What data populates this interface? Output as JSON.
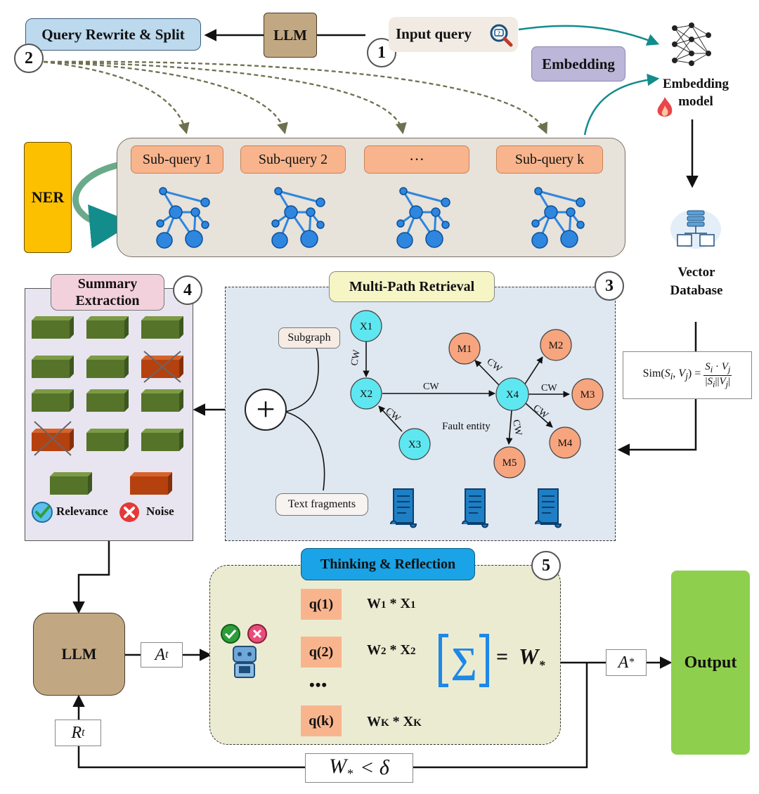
{
  "top": {
    "query_rewrite": "Query Rewrite & Split",
    "llm": "LLM",
    "input_query": "Input query",
    "embedding": "Embedding",
    "embedding_model_line1": "Embedding",
    "embedding_model_line2": "model",
    "step1": "1",
    "step2": "2"
  },
  "subqueries": {
    "ner": "NER",
    "items": [
      "Sub-query 1",
      "Sub-query 2",
      "···",
      "Sub-query k"
    ]
  },
  "vector_db": {
    "line1": "Vector",
    "line2": "Database",
    "formula_lhs": "Sim(S",
    "formula": "Sim(Si, Vj) = Si · Vj / |Si||Vj|"
  },
  "summary": {
    "title_line1": "Summary",
    "title_line2": "Extraction",
    "step": "4",
    "legend_relevance": "Relevance",
    "legend_noise": "Noise"
  },
  "retrieval": {
    "title": "Multi-Path Retrieval",
    "step": "3",
    "subgraph": "Subgraph",
    "text_fragments": "Text fragments",
    "fault_entity": "Fault entity",
    "edge_label": "CW",
    "nodes": [
      "X1",
      "X2",
      "X3",
      "X4",
      "M1",
      "M2",
      "M3",
      "M4",
      "M5"
    ]
  },
  "reflection": {
    "title": "Thinking & Reflection",
    "step": "5",
    "llm": "LLM",
    "queries": [
      "q(1)",
      "q(2)",
      "q(k)"
    ],
    "ellipsis": "•••",
    "weights": [
      "W",
      "W",
      "W"
    ],
    "weight_subs": [
      "1",
      "2",
      "K"
    ],
    "vars": [
      "X",
      "X",
      "X"
    ],
    "var_subs": [
      "1",
      "2",
      "K"
    ],
    "star": "*",
    "sum_symbol": "∑",
    "equals": "=",
    "w_star": "W",
    "w_star_sub": "*",
    "a_t": "A",
    "a_t_sub": "t",
    "r_t": "R",
    "r_t_sub": "t",
    "a_star": "A",
    "a_star_sup": "*",
    "condition_w": "W",
    "condition_sub": "*",
    "condition_rest": "< δ",
    "output": "Output"
  },
  "colors": {
    "teal_arrow": "#138c8c",
    "dashed_arrow": "#6e7050",
    "graph_blue": "#2e86de",
    "node_cyan": "#5ee7f0",
    "node_orange": "#f7a57e",
    "block_green": "#56732a",
    "block_red": "#b5410f"
  }
}
